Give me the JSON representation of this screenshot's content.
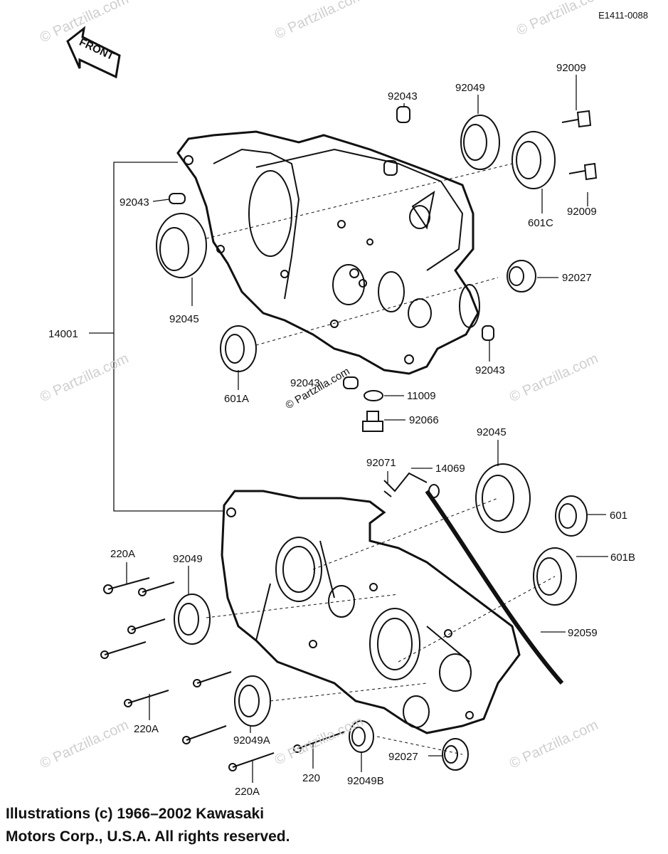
{
  "ref_code": "E1411-0088",
  "front_label": "FRONT",
  "watermark": "© Partzilla.com",
  "copyright": {
    "line1": "Illustrations (c) 1966–2002 Kawasaki",
    "line2": "Motors Corp., U.S.A.  All rights reserved."
  },
  "part_labels": {
    "p92043_top": "92043",
    "p92049_top": "92049",
    "p92009_a": "92009",
    "p92009_b": "92009",
    "p601C": "601C",
    "p92043_left": "92043",
    "p92045_left": "92045",
    "p92027_right": "92027",
    "p14001": "14001",
    "p92043_right": "92043",
    "p601A": "601A",
    "p92043_mid": "92043",
    "p11009": "11009",
    "p92066": "92066",
    "p92045_right": "92045",
    "p92071": "92071",
    "p14069": "14069",
    "p601": "601",
    "p601B": "601B",
    "p220A_1": "220A",
    "p92049_left": "92049",
    "p92059": "92059",
    "p220A_2": "220A",
    "p92049A": "92049A",
    "p92027_bottom": "92027",
    "p220": "220",
    "p92049B": "92049B",
    "p220A_3": "220A"
  }
}
